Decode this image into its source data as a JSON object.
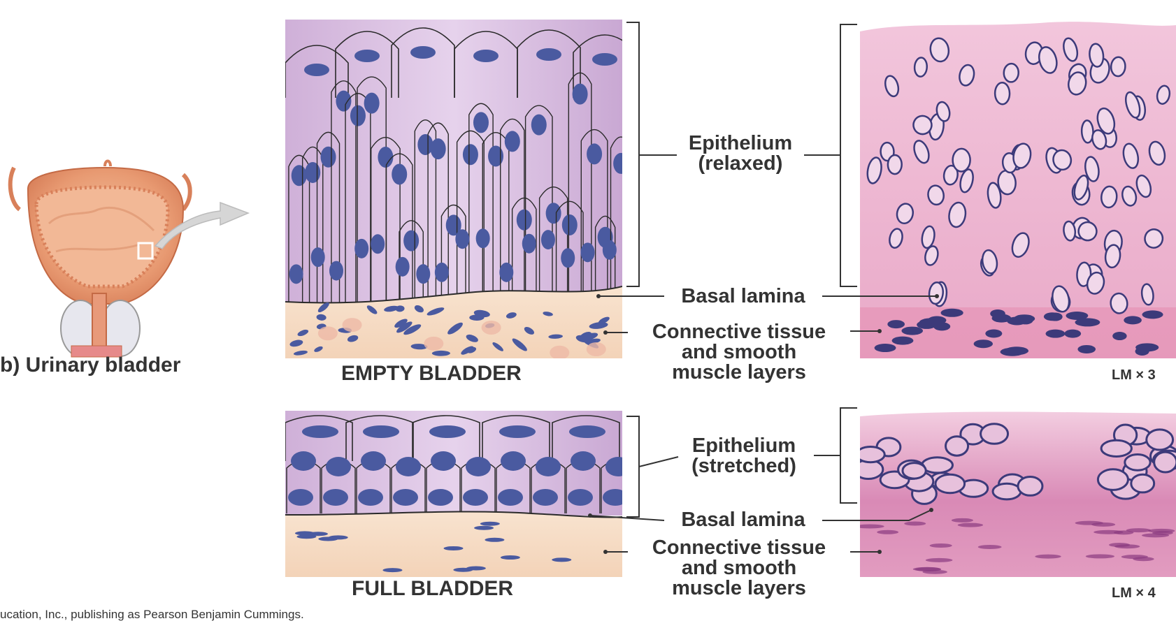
{
  "bladder_caption": "b) Urinary bladder",
  "empty": {
    "caption": "EMPTY BLADDER",
    "label_epithelium_line1": "Epithelium",
    "label_epithelium_line2": "(relaxed)",
    "label_basal": "Basal lamina",
    "label_ct_line1": "Connective tissue",
    "label_ct_line2": "and smooth",
    "label_ct_line3": "muscle layers",
    "magnification": "LM × 3"
  },
  "full": {
    "caption": "FULL BLADDER",
    "label_epithelium_line1": "Epithelium",
    "label_epithelium_line2": "(stretched)",
    "label_basal": "Basal lamina",
    "label_ct_line1": "Connective tissue",
    "label_ct_line2": "and smooth",
    "label_ct_line3": "muscle layers",
    "magnification": "LM × 4"
  },
  "credit": "ucation, Inc., publishing as Pearson Benjamin Cummings.",
  "colors": {
    "cell_fill": "#d9bfe0",
    "cell_stroke": "#2a2a2a",
    "nucleus": "#4a5aa0",
    "connective": "#f6dcc3",
    "micrograph_pink": "#ecb4d2",
    "micrograph_nucleus": "#3c3a7a",
    "leader": "#333333"
  }
}
